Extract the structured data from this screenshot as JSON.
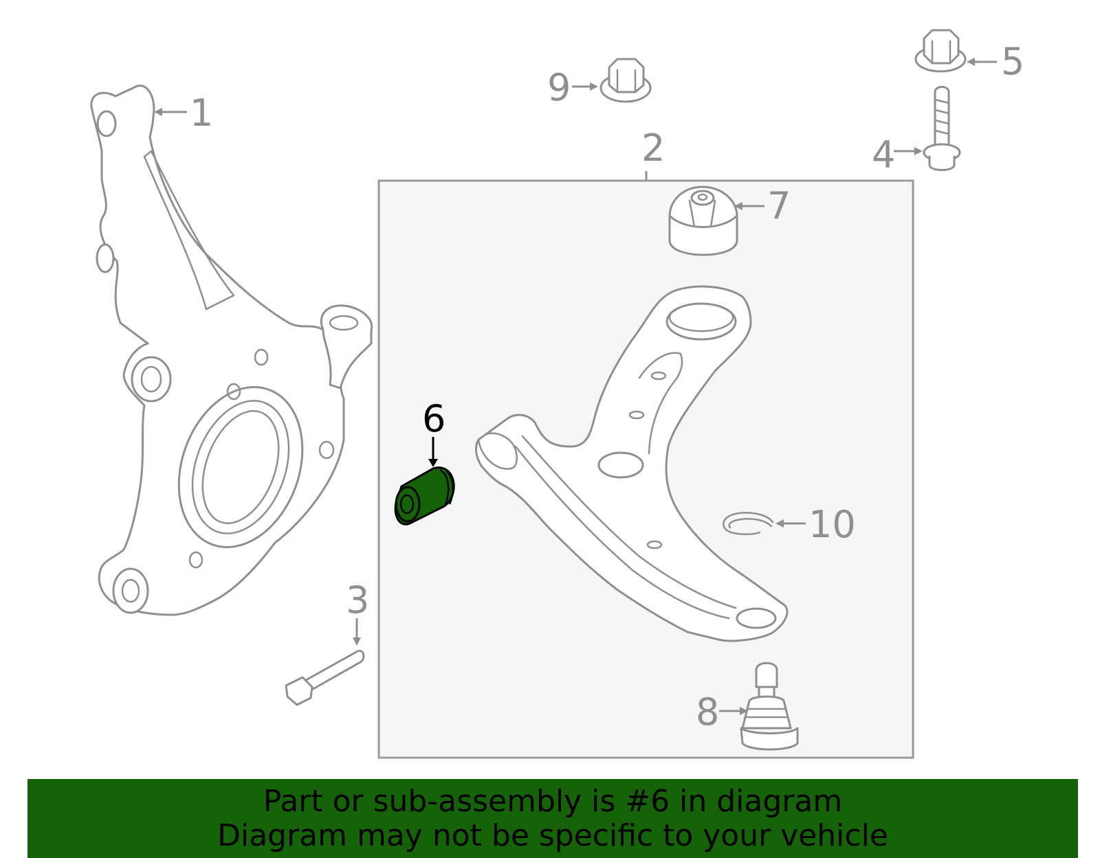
{
  "diagram": {
    "callouts": [
      {
        "id": "1",
        "label": "1"
      },
      {
        "id": "2",
        "label": "2"
      },
      {
        "id": "3",
        "label": "3"
      },
      {
        "id": "4",
        "label": "4"
      },
      {
        "id": "5",
        "label": "5"
      },
      {
        "id": "6",
        "label": "6",
        "highlighted": true
      },
      {
        "id": "7",
        "label": "7"
      },
      {
        "id": "8",
        "label": "8"
      },
      {
        "id": "9",
        "label": "9"
      },
      {
        "id": "10",
        "label": "10"
      }
    ],
    "highlighted_part": "6",
    "colors": {
      "line": "#8f8f8f",
      "highlight_part": "#156208",
      "highlight_label": "#000000",
      "box_fill": "#f6f6f6",
      "banner_bg": "#156208",
      "banner_text": "#000000"
    }
  },
  "banner": {
    "line1": "Part or sub-assembly is #6 in diagram",
    "line2": "Diagram may not be specific to your vehicle"
  }
}
